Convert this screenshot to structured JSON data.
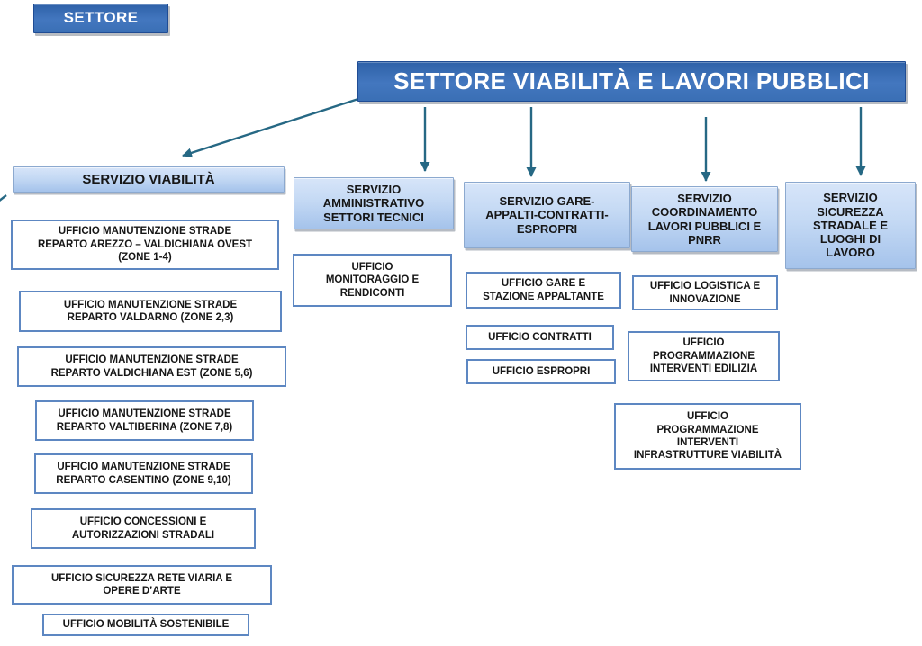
{
  "corner_label": "SETTORE",
  "root_title": "SETTORE VIABILITÀ E LAVORI PUBBLICI",
  "columns": [
    {
      "header": "SERVIZIO VIABILITÀ",
      "offices": [
        "UFFICIO MANUTENZIONE STRADE\nREPARTO AREZZO – VALDICHIANA OVEST\n(ZONE 1-4)",
        "UFFICIO MANUTENZIONE STRADE\nREPARTO VALDARNO (ZONE 2,3)",
        "UFFICIO MANUTENZIONE STRADE\nREPARTO VALDICHIANA EST (ZONE 5,6)",
        "UFFICIO MANUTENZIONE STRADE\nREPARTO VALTIBERINA (ZONE 7,8)",
        "UFFICIO MANUTENZIONE STRADE\nREPARTO CASENTINO (ZONE 9,10)",
        "UFFICIO CONCESSIONI E\nAUTORIZZAZIONI STRADALI",
        "UFFICIO SICUREZZA RETE VIARIA E\nOPERE D’ARTE",
        "UFFICIO MOBILITÀ SOSTENIBILE"
      ]
    },
    {
      "header": "SERVIZIO\nAMMINISTRATIVO\nSETTORI TECNICI",
      "offices": [
        "UFFICIO\nMONITORAGGIO E\nRENDICONTI"
      ]
    },
    {
      "header": "SERVIZIO GARE-\nAPPALTI-CONTRATTI-\nESPROPRI",
      "offices": [
        "UFFICIO GARE E\nSTAZIONE APPALTANTE",
        "UFFICIO CONTRATTI",
        "UFFICIO ESPROPRI"
      ]
    },
    {
      "header": "SERVIZIO\nCOORDINAMENTO\nLAVORI PUBBLICI E\nPNRR",
      "offices": [
        "UFFICIO LOGISTICA E\nINNOVAZIONE",
        "UFFICIO\nPROGRAMMAZIONE\nINTERVENTI EDILIZIA",
        "UFFICIO\nPROGRAMMAZIONE\nINTERVENTI\nINFRASTRUTTURE VIABILITÀ"
      ]
    },
    {
      "header": "SERVIZIO\nSICUREZZA\nSTRADALE E\nLUOGHI DI\nLAVORO",
      "offices": []
    }
  ],
  "colors": {
    "dark_top": "#2e61a8",
    "dark_mid": "#4377bf",
    "dark_bottom": "#3a6fb5",
    "dark_border": "#1f4c94",
    "header_top": "#d7e5f9",
    "header_bottom": "#a5c3eb",
    "header_border": "#8ca9cf",
    "office_border": "#5d87c2",
    "text_dark": "#161616",
    "arrow": "#266884"
  }
}
